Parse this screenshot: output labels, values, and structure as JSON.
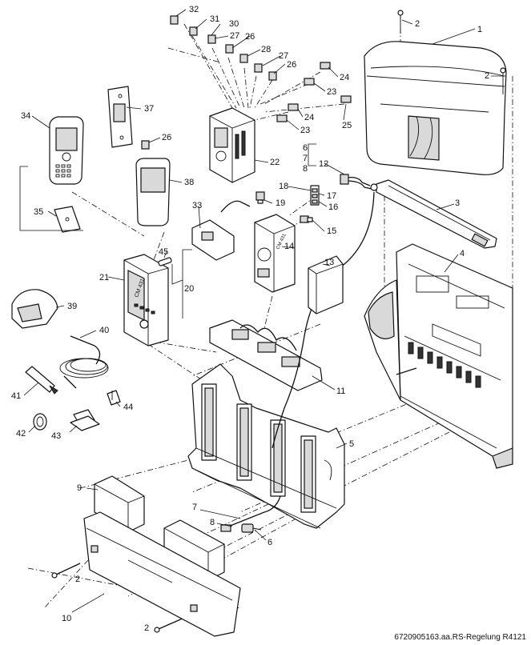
{
  "drawing_code": "6720905163.aa.RS-Regelung R4121",
  "callouts": {
    "c1": "1",
    "c2a": "2",
    "c2b": "2",
    "c2c": "2",
    "c2d": "2",
    "c3": "3",
    "c4": "4",
    "c5": "5",
    "c6": "6",
    "c7": "7",
    "c8": "8",
    "c9": "9",
    "c10": "10",
    "c11": "11",
    "c12": "12",
    "c13": "13",
    "c14": "14",
    "c15": "15",
    "c16": "16",
    "c17": "17",
    "c18": "18",
    "c19": "19",
    "c20": "20",
    "c21": "21",
    "c22": "22",
    "c23a": "23",
    "c23b": "23",
    "c24a": "24",
    "c24b": "24",
    "c25": "25",
    "c26a": "26",
    "c26b": "26",
    "c26c": "26",
    "c27a": "27",
    "c27b": "27",
    "c28": "28",
    "c30": "30",
    "c31": "31",
    "c32": "32",
    "c33": "33",
    "c34": "34",
    "c35": "35",
    "c37": "37",
    "c38": "38",
    "c39": "39",
    "c40": "40",
    "c41": "41",
    "c42": "42",
    "c43": "43",
    "c44": "44",
    "c45": "45",
    "stack6": "6",
    "stack7": "7",
    "stack8": "8"
  },
  "module_labels": {
    "cm431_front": "CM 431",
    "cm431_board": "CM 431"
  }
}
